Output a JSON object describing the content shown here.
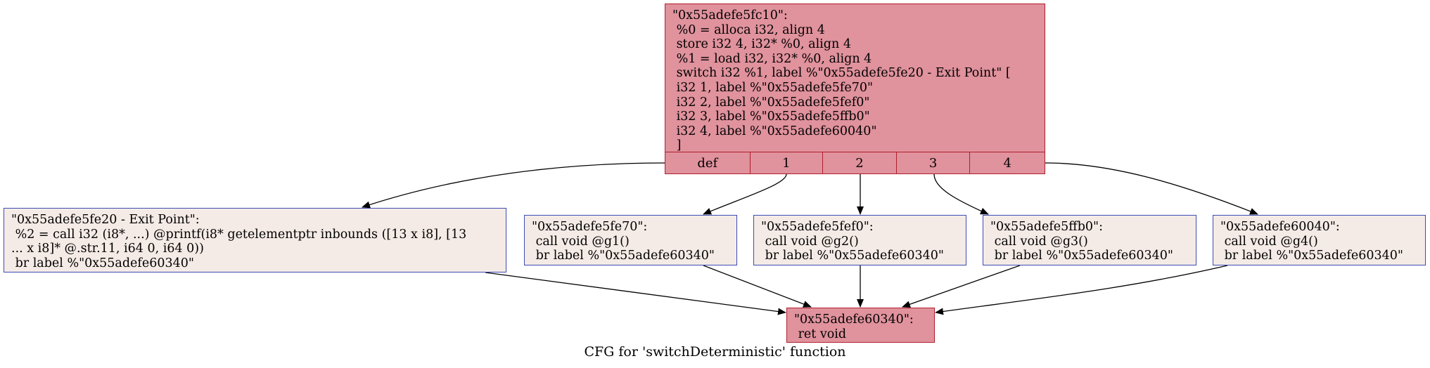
{
  "title": "CFG for 'switchDeterministic' function",
  "nodes": {
    "entry": {
      "text": "\"0x55adefe5fc10\":\n %0 = alloca i32, align 4\n store i32 4, i32* %0, align 4\n %1 = load i32, i32* %0, align 4\n switch i32 %1, label %\"0x55adefe5fe20 - Exit Point\" [\n i32 1, label %\"0x55adefe5fe70\"\n i32 2, label %\"0x55adefe5fef0\"\n i32 3, label %\"0x55adefe5ffb0\"\n i32 4, label %\"0x55adefe60040\"\n ]",
      "ports": [
        "def",
        "1",
        "2",
        "3",
        "4"
      ]
    },
    "exit": {
      "text": "\"0x55adefe5fe20 - Exit Point\":\n %2 = call i32 (i8*, ...) @printf(i8* getelementptr inbounds ([13 x i8], [13\n... x i8]* @.str.11, i64 0, i64 0))\n br label %\"0x55adefe60340\""
    },
    "g1": {
      "text": "\"0x55adefe5fe70\":\n call void @g1()\n br label %\"0x55adefe60340\""
    },
    "g2": {
      "text": "\"0x55adefe5fef0\":\n call void @g2()\n br label %\"0x55adefe60340\""
    },
    "g3": {
      "text": "\"0x55adefe5ffb0\":\n call void @g3()\n br label %\"0x55adefe60340\""
    },
    "g4": {
      "text": "\"0x55adefe60040\":\n call void @g4()\n br label %\"0x55adefe60340\""
    },
    "ret": {
      "text": "\"0x55adefe60340\":\n ret void"
    }
  },
  "colors": {
    "hot_fill": "#e0929d",
    "hot_border": "#b01e2c",
    "cold_fill": "#f5ebe6",
    "cold_border": "#3d4bb5"
  }
}
